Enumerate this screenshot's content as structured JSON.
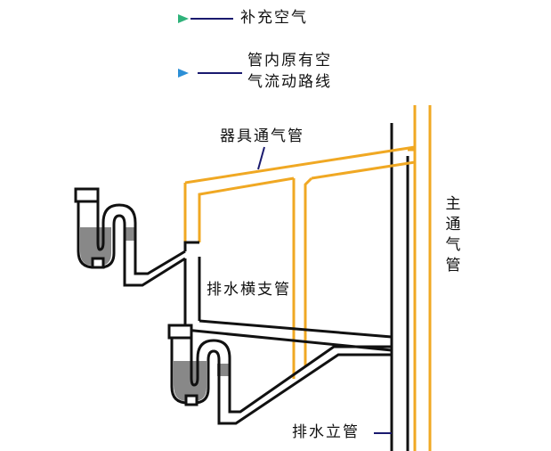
{
  "legend": {
    "supplement_air": "补充空气",
    "pipe_air_flow_line1": "管内原有空",
    "pipe_air_flow_line2": "气流动路线"
  },
  "labels": {
    "fixture_vent_pipe": "器具通气管",
    "main_vent_pipe": "主通气管",
    "horizontal_drain_branch": "排水横支管",
    "drain_stack": "排水立管"
  },
  "colors": {
    "vent_pipe": "#F0A823",
    "drain_pipe": "#111111",
    "water": "#888888",
    "legend_arrow_green_start": "#ffffff",
    "legend_arrow_green_end": "#2fb27a",
    "legend_arrow_blue_end": "#2c8fd6",
    "leader_line": "#1a1a6e"
  }
}
